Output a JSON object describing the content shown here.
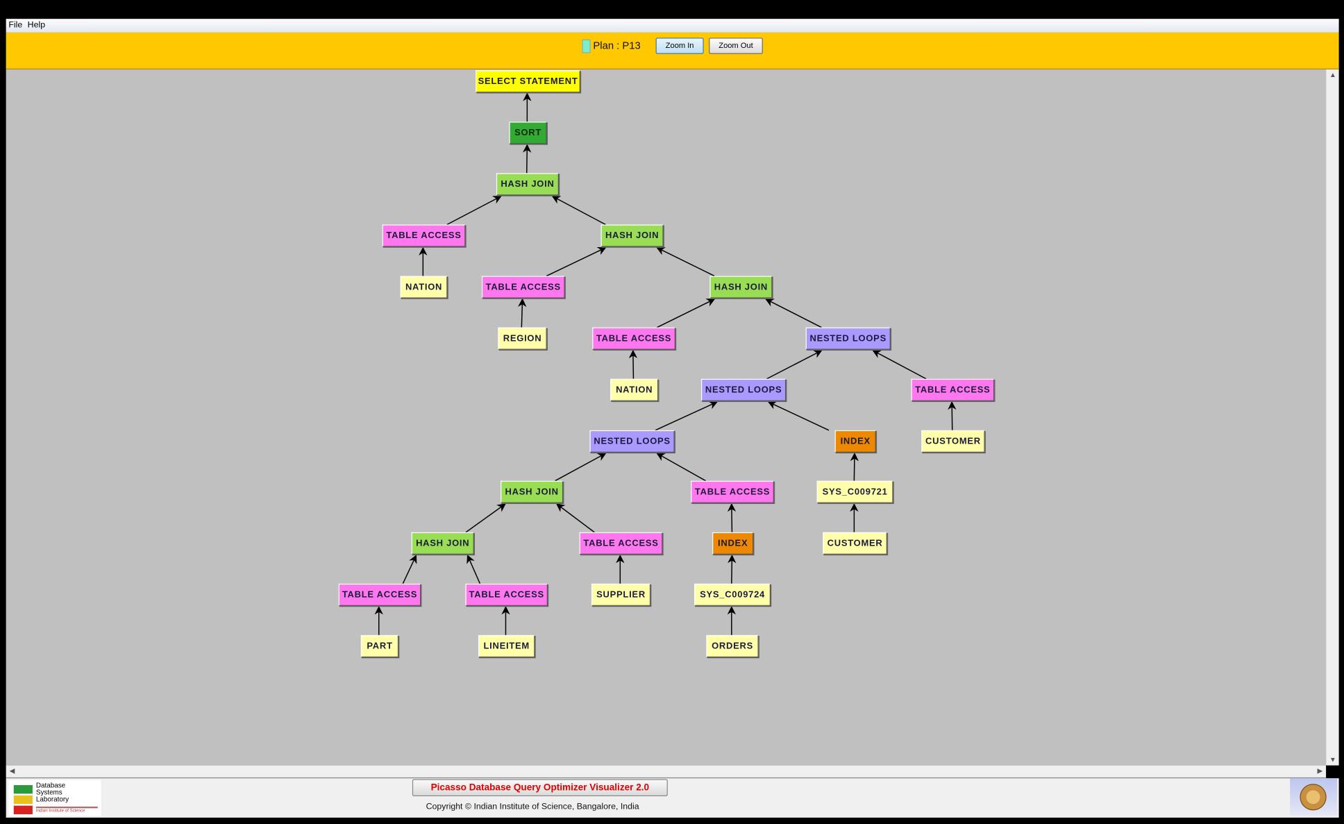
{
  "menu": {
    "file": "File",
    "help": "Help"
  },
  "toolbar": {
    "plan_label": "Plan : P13",
    "zoom_in": "Zoom In",
    "zoom_out": "Zoom Out",
    "plan_color": "#77eecc"
  },
  "colors": {
    "select": "#ffff00",
    "sort": "#33aa33",
    "hashjoin": "#99dd55",
    "table": "#ff77ee",
    "leaf": "#ffffaa",
    "nested": "#aa99ff",
    "index": "#ee8800"
  },
  "plan_tree": [
    {
      "label": "SELECT STATEMENT",
      "kind": "select",
      "parent": null
    },
    {
      "label": "SORT",
      "kind": "sort",
      "parent": 0
    },
    {
      "label": "HASH JOIN",
      "kind": "hashjoin",
      "parent": 1
    },
    {
      "label": "TABLE ACCESS",
      "kind": "table",
      "parent": 2
    },
    {
      "label": "NATION",
      "kind": "leaf",
      "parent": 3
    },
    {
      "label": "HASH JOIN",
      "kind": "hashjoin",
      "parent": 2
    },
    {
      "label": "TABLE ACCESS",
      "kind": "table",
      "parent": 5
    },
    {
      "label": "REGION",
      "kind": "leaf",
      "parent": 6
    },
    {
      "label": "HASH JOIN",
      "kind": "hashjoin",
      "parent": 5
    },
    {
      "label": "TABLE ACCESS",
      "kind": "table",
      "parent": 8
    },
    {
      "label": "NATION",
      "kind": "leaf",
      "parent": 9
    },
    {
      "label": "NESTED LOOPS",
      "kind": "nested",
      "parent": 8
    },
    {
      "label": "NESTED LOOPS",
      "kind": "nested",
      "parent": 11
    },
    {
      "label": "TABLE ACCESS",
      "kind": "table",
      "parent": 11
    },
    {
      "label": "CUSTOMER",
      "kind": "leaf",
      "parent": 13
    },
    {
      "label": "NESTED LOOPS",
      "kind": "nested",
      "parent": 12
    },
    {
      "label": "INDEX",
      "kind": "index",
      "parent": 12
    },
    {
      "label": "SYS_C009721",
      "kind": "leaf",
      "parent": 16
    },
    {
      "label": "CUSTOMER",
      "kind": "leaf",
      "parent": 17
    },
    {
      "label": "HASH JOIN",
      "kind": "hashjoin",
      "parent": 15
    },
    {
      "label": "TABLE ACCESS",
      "kind": "table",
      "parent": 15
    },
    {
      "label": "INDEX",
      "kind": "index",
      "parent": 20
    },
    {
      "label": "SYS_C009724",
      "kind": "leaf",
      "parent": 21
    },
    {
      "label": "ORDERS",
      "kind": "leaf",
      "parent": 22
    },
    {
      "label": "HASH JOIN",
      "kind": "hashjoin",
      "parent": 19
    },
    {
      "label": "TABLE ACCESS",
      "kind": "table",
      "parent": 19
    },
    {
      "label": "SUPPLIER",
      "kind": "leaf",
      "parent": 25
    },
    {
      "label": "TABLE ACCESS",
      "kind": "table",
      "parent": 24
    },
    {
      "label": "TABLE ACCESS",
      "kind": "table",
      "parent": 24
    },
    {
      "label": "PART",
      "kind": "leaf",
      "parent": 27
    },
    {
      "label": "LINEITEM",
      "kind": "leaf",
      "parent": 28
    }
  ],
  "footer": {
    "title": "Picasso Database Query Optimizer Visualizer 2.0",
    "copyright": "Copyright © Indian Institute of Science, Bangalore, India",
    "logo_text": "Database Systems Laboratory",
    "logo_subtext": "Indian Institute of Science"
  }
}
